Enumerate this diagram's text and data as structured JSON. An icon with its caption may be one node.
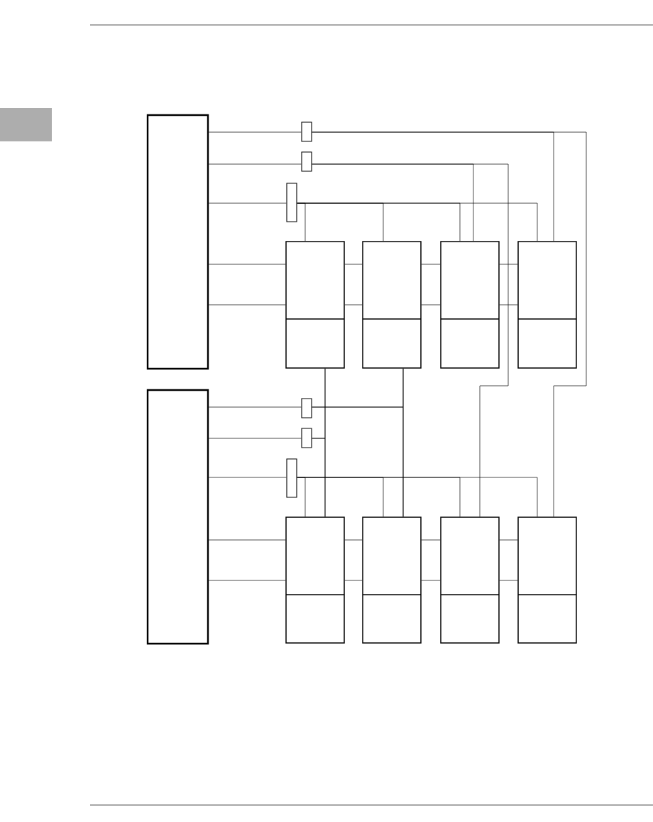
{
  "diagram": {
    "nodes": [
      {
        "text": [],
        "shape": "box"
      },
      {
        "text": [],
        "shape": "box"
      },
      {
        "text": [],
        "shape": "box"
      },
      {
        "text": [],
        "shape": "box"
      },
      {
        "text": [],
        "shape": "box"
      },
      {
        "text": [],
        "shape": "box"
      },
      {
        "text": [],
        "shape": "box"
      },
      {
        "text": [],
        "shape": "box"
      },
      {
        "text": [],
        "shape": "box"
      },
      {
        "text": [],
        "shape": "box"
      },
      {
        "text": [],
        "shape": "box"
      },
      {
        "text": [],
        "shape": "box"
      },
      {
        "text": [],
        "shape": "box"
      },
      {
        "text": [],
        "shape": "box"
      },
      {
        "text": [],
        "shape": "box"
      },
      {
        "text": [],
        "shape": "box"
      }
    ],
    "edges": [
      {
        "from": 0,
        "to": 1,
        "arrow": "none"
      },
      {
        "from": 1,
        "to": 7,
        "arrow": "none"
      },
      {
        "from": 1,
        "to": 15,
        "arrow": "none"
      },
      {
        "from": 0,
        "to": 2,
        "arrow": "none"
      },
      {
        "from": 2,
        "to": 6,
        "arrow": "none"
      },
      {
        "from": 2,
        "to": 14,
        "arrow": "none"
      },
      {
        "from": 0,
        "to": 3,
        "arrow": "none"
      },
      {
        "from": 3,
        "to": 4,
        "arrow": "none"
      },
      {
        "from": 3,
        "to": 5,
        "arrow": "none"
      },
      {
        "from": 3,
        "to": 6,
        "arrow": "none"
      },
      {
        "from": 3,
        "to": 7,
        "arrow": "none"
      },
      {
        "from": 0,
        "to": 4,
        "arrow": "none"
      },
      {
        "from": 0,
        "to": 4,
        "arrow": "none"
      },
      {
        "from": 4,
        "to": 5,
        "arrow": "none"
      },
      {
        "from": 4,
        "to": 5,
        "arrow": "none"
      },
      {
        "from": 5,
        "to": 6,
        "arrow": "none"
      },
      {
        "from": 5,
        "to": 6,
        "arrow": "none"
      },
      {
        "from": 6,
        "to": 7,
        "arrow": "none"
      },
      {
        "from": 6,
        "to": 7,
        "arrow": "none"
      },
      {
        "from": 4,
        "to": 12,
        "arrow": "none"
      },
      {
        "from": 5,
        "to": 13,
        "arrow": "none"
      },
      {
        "from": 8,
        "to": 9,
        "arrow": "none"
      },
      {
        "from": 9,
        "to": 13,
        "arrow": "none"
      },
      {
        "from": 9,
        "to": 5,
        "arrow": "none"
      },
      {
        "from": 8,
        "to": 10,
        "arrow": "none"
      },
      {
        "from": 10,
        "to": 12,
        "arrow": "none"
      },
      {
        "from": 10,
        "to": 4,
        "arrow": "none"
      },
      {
        "from": 8,
        "to": 11,
        "arrow": "none"
      },
      {
        "from": 11,
        "to": 12,
        "arrow": "none"
      },
      {
        "from": 11,
        "to": 13,
        "arrow": "none"
      },
      {
        "from": 11,
        "to": 14,
        "arrow": "none"
      },
      {
        "from": 11,
        "to": 15,
        "arrow": "none"
      },
      {
        "from": 8,
        "to": 12,
        "arrow": "none"
      },
      {
        "from": 8,
        "to": 12,
        "arrow": "none"
      },
      {
        "from": 12,
        "to": 13,
        "arrow": "none"
      },
      {
        "from": 12,
        "to": 13,
        "arrow": "none"
      },
      {
        "from": 13,
        "to": 14,
        "arrow": "none"
      },
      {
        "from": 13,
        "to": 14,
        "arrow": "none"
      },
      {
        "from": 14,
        "to": 15,
        "arrow": "none"
      },
      {
        "from": 14,
        "to": 15,
        "arrow": "none"
      }
    ]
  }
}
